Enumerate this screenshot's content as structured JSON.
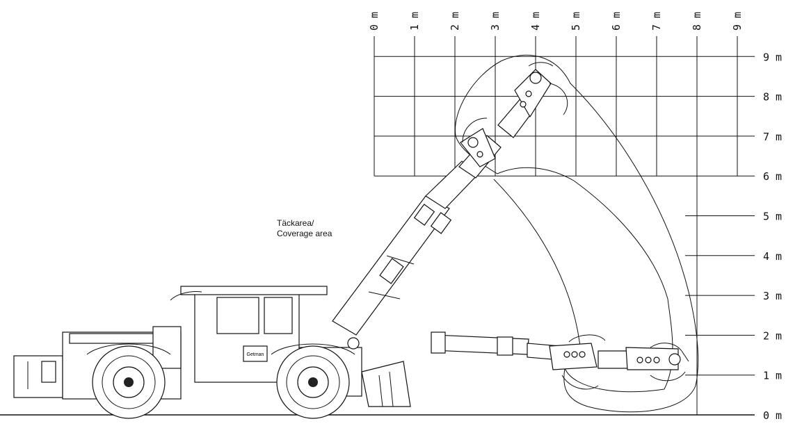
{
  "coverage_label": {
    "line1": "Täckarea/",
    "line2": "Coverage area"
  },
  "horizontal_scale": [
    "0 m",
    "1 m",
    "2 m",
    "3 m",
    "4 m",
    "5 m",
    "6 m",
    "7 m",
    "8 m",
    "9 m"
  ],
  "vertical_scale": [
    "0 m",
    "1 m",
    "2 m",
    "3 m",
    "4 m",
    "5 m",
    "6 m",
    "7 m",
    "8 m",
    "9 m"
  ],
  "logo_text": "Getman"
}
